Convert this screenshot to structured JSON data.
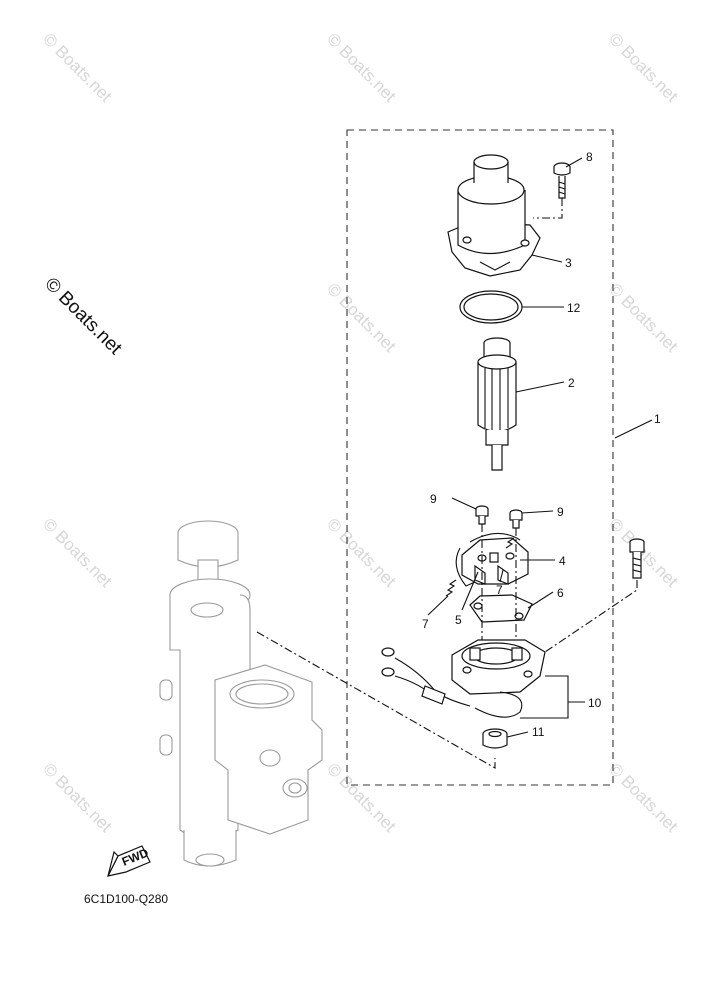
{
  "diagram": {
    "code": "6C1D100-Q280",
    "watermark": "© Boats.net",
    "fwd_label": "FWD",
    "callouts": [
      "8",
      "3",
      "12",
      "2",
      "1",
      "9",
      "9",
      "4",
      "7",
      "7",
      "5",
      "6",
      "10",
      "11"
    ]
  }
}
